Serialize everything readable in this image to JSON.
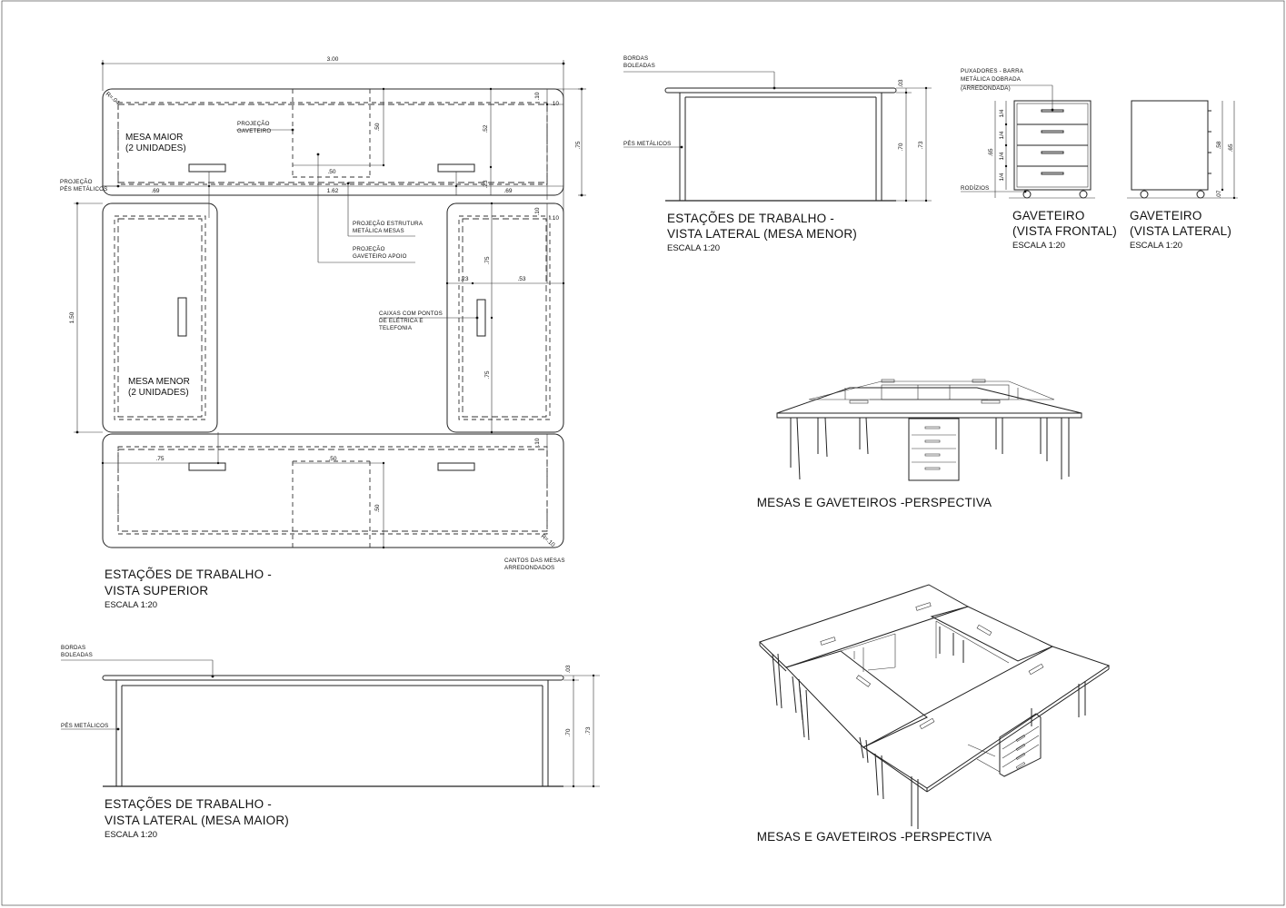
{
  "top_view": {
    "title_line1": "ESTAÇÕES DE TRABALHO -",
    "title_line2": "VISTA SUPERIOR",
    "scale": "ESCALA 1:20",
    "label_mesa_maior_1": "MESA MAIOR",
    "label_mesa_maior_2": "(2 UNIDADES)",
    "label_mesa_menor_1": "MESA MENOR",
    "label_mesa_menor_2": "(2 UNIDADES)",
    "note_projecao_gaveteiro_1": "PROJEÇÃO",
    "note_projecao_gaveteiro_2": "GAVETEIRO",
    "note_projecao_pes_1": "PROJEÇÃO",
    "note_projecao_pes_2": "PÉS METÁLICOS",
    "note_estrutura_1": "PROJEÇÃO ESTRUTURA",
    "note_estrutura_2": "METÁLICA MESAS",
    "note_gav_apoio_1": "PROJEÇÃO",
    "note_gav_apoio_2": "GAVETEIRO APOIO",
    "note_caixas_1": "CAIXAS COM PONTOS",
    "note_caixas_2": "DE ELÉTRICA E",
    "note_caixas_3": "TELEFONIA",
    "note_cantos_1": "CANTOS DAS MESAS",
    "note_cantos_2": "ARREDONDADOS",
    "dims": {
      "d300": "3.00",
      "d150": "1.50",
      "d075a": ".75",
      "d010a": ".10",
      "d010b": ".10",
      "d050a": ".50",
      "d050b": ".50",
      "d052": ".52",
      "d162": "1.62",
      "d069a": ".69",
      "d069b": ".69",
      "d023a": ".23",
      "d010c": ".10",
      "d010d": ".10",
      "d075b": ".75",
      "d023b": ".23",
      "d053": ".53",
      "d075c": ".75",
      "d010e": ".10",
      "d075d": ".75",
      "d050c": ".50",
      "d050d": ".50",
      "r004": "R=.04",
      "r010": "R=.10"
    }
  },
  "side_big": {
    "title_line1": "ESTAÇÕES DE TRABALHO -",
    "title_line2": "VISTA LATERAL (MESA MAIOR)",
    "scale": "ESCALA 1:20",
    "note_bordas_1": "BORDAS",
    "note_bordas_2": "BOLEADAS",
    "note_pes": "PÉS METÁLICOS",
    "d003": ".03",
    "d070": ".70",
    "d073": ".73"
  },
  "side_small": {
    "title_line1": "ESTAÇÕES DE TRABALHO -",
    "title_line2": "VISTA LATERAL (MESA MENOR)",
    "scale": "ESCALA 1:20",
    "note_bordas_1": "BORDAS",
    "note_bordas_2": "BOLEADAS",
    "note_pes": "PÉS METÁLICOS",
    "d003": ".03",
    "d070": ".70",
    "d073": ".73"
  },
  "drawer_front": {
    "title_line1": "GAVETEIRO",
    "title_line2": "(VISTA FRONTAL)",
    "scale": "ESCALA 1:20",
    "note_puxadores_1": "PUXADORES - BARRA",
    "note_puxadores_2": "METÁLICA DOBRADA",
    "note_puxadores_3": "(ARREDONDADA)",
    "note_rodizios": "RODÍZIOS",
    "d14": "1/4",
    "d065": ".65"
  },
  "drawer_side": {
    "title_line1": "GAVETEIRO",
    "title_line2": "(VISTA LATERAL)",
    "scale": "ESCALA 1:20",
    "d058": ".58",
    "d065": ".65",
    "d007": ".07"
  },
  "persp1": {
    "title": "MESAS E GAVETEIROS -PERSPECTIVA"
  },
  "persp2": {
    "title": "MESAS E GAVETEIROS -PERSPECTIVA"
  }
}
